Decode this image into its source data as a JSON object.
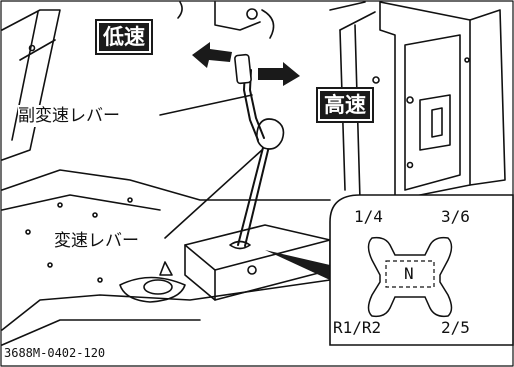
{
  "labels": {
    "low_speed": "低速",
    "high_speed": "高速",
    "sub_shift_lever": "副変速レバー",
    "shift_lever": "変速レバー"
  },
  "shift_pattern": {
    "top_left": "1/4",
    "top_right": "3/6",
    "center": "N",
    "bottom_left": "R1/R2",
    "bottom_right": "2/5"
  },
  "part_number": "3688M-0402-120"
}
